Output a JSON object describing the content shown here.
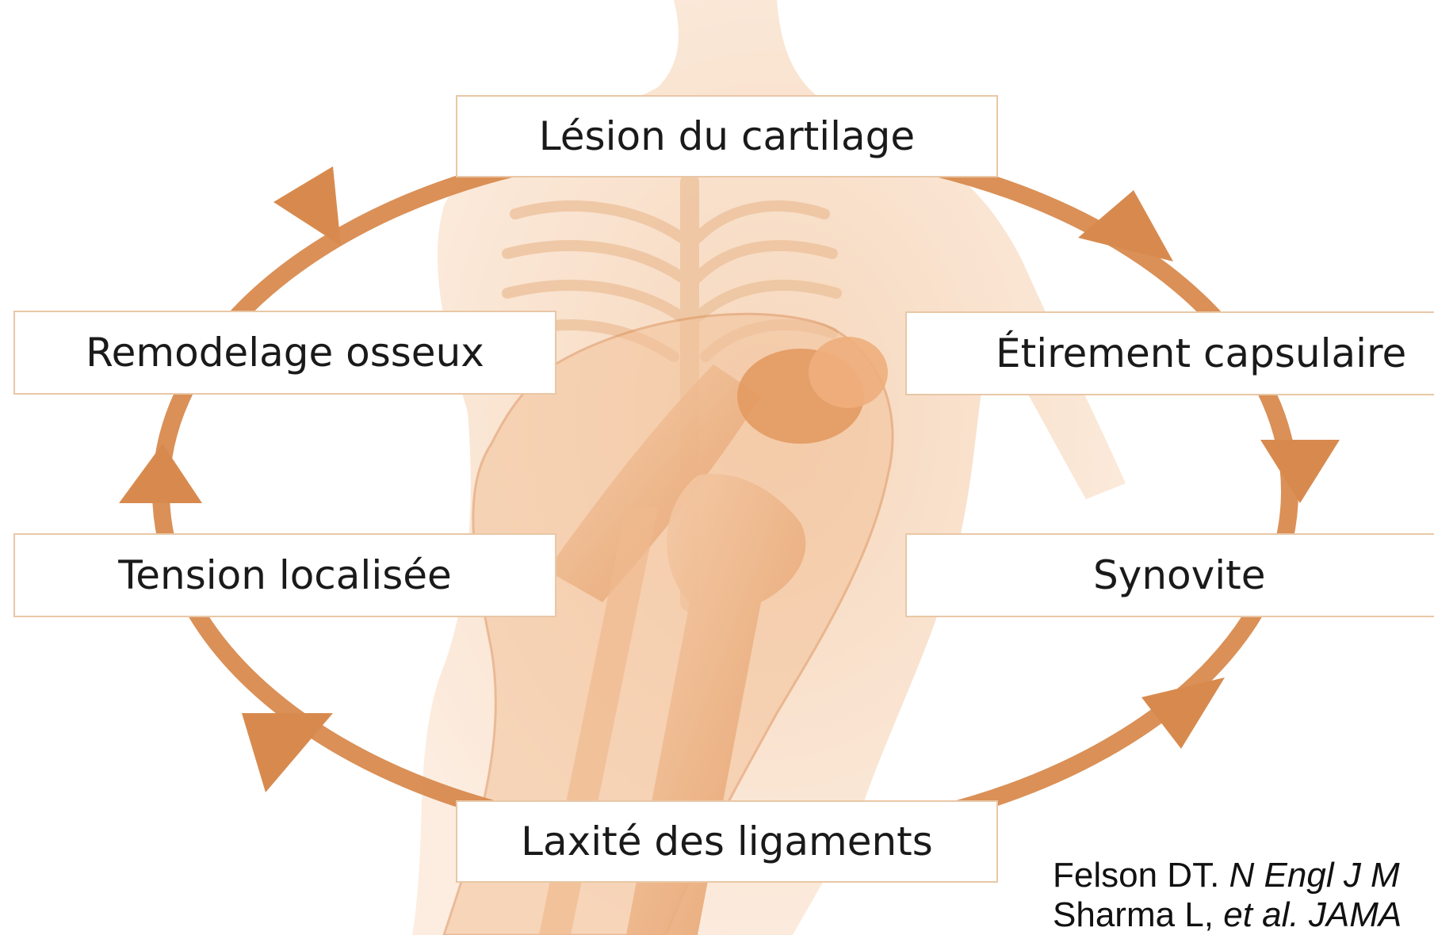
{
  "cycle": {
    "top": "Lésion du cartilage",
    "right_top": "Étirement capsulaire",
    "right_bottom": "Synovite",
    "bottom": "Laxité des ligaments",
    "left_bottom": "Tension localisée",
    "left_top": "Remodelage osseux"
  },
  "citation": {
    "line1_author": "Felson DT.",
    "line1_journal": "N Engl J M",
    "line2_author": "Sharma L,",
    "line2_etal": "et al.",
    "line2_journal": "JAMA"
  },
  "colors": {
    "arrow": "#d88a4e",
    "figure": "#e7a26a",
    "box_border": "#e9c7a6"
  }
}
